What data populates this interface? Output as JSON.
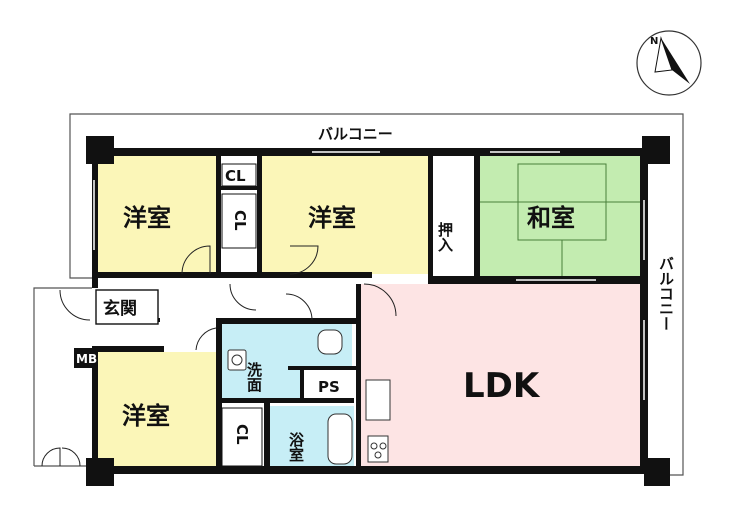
{
  "compass": {
    "north_label": "N",
    "icon": "north-arrow-icon"
  },
  "balcony": {
    "top_label": "バルコニー",
    "right_label": "バルコニー"
  },
  "rooms": {
    "western_room_top_left": "洋室",
    "western_room_top_center": "洋室",
    "western_room_bottom": "洋室",
    "japanese_room": "和室",
    "ldk": "LDK",
    "entrance": "玄関",
    "oshiire": "押入",
    "washroom": "洗面",
    "bathroom": "浴室",
    "pipe_space": "PS",
    "meter_box": "MB",
    "closet_top": "CL",
    "closet_middle": "CL",
    "closet_bottom": "CL"
  },
  "colors": {
    "western_room": "#fbf6b8",
    "japanese_room": "#c3ecb0",
    "ldk": "#fde4e4",
    "wet_area": "#c7eef6",
    "wall": "#111111"
  }
}
